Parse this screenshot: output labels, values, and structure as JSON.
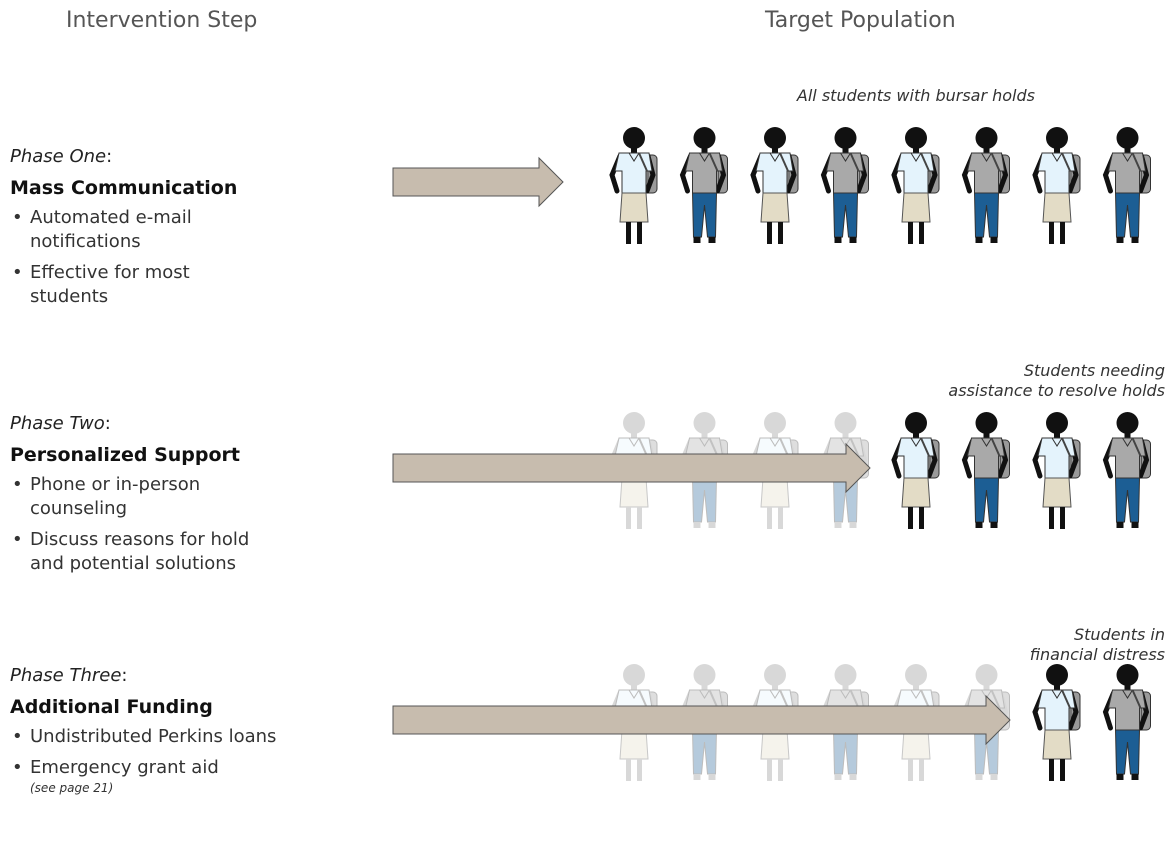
{
  "headers": {
    "intervention": "Intervention Step",
    "population": "Target Population"
  },
  "phases": [
    {
      "name": "Phase One",
      "title": "Mass Communication",
      "bullets": [
        "Automated e-mail notifications",
        "Effective for most students"
      ],
      "population_label": "All students with bursar holds",
      "faded_count": 0,
      "active_count": 8
    },
    {
      "name": "Phase Two",
      "title": "Personalized Support",
      "bullets": [
        "Phone or in-person counseling",
        "Discuss reasons for hold and potential solutions"
      ],
      "population_label_line1": "Students needing",
      "population_label_line2": "assistance to resolve holds",
      "faded_count": 4,
      "active_count": 4
    },
    {
      "name": "Phase Three",
      "title": "Additional Funding",
      "bullets": [
        "Undistributed Perkins loans",
        "Emergency grant aid"
      ],
      "bullet_note": "(see page 21)",
      "population_label_line1": "Students in",
      "population_label_line2": "financial distress",
      "faded_count": 6,
      "active_count": 2
    }
  ],
  "colors": {
    "arrow_fill": "#c7bcae",
    "arrow_stroke": "#555555",
    "skin": "#111111",
    "shirt_light": "#e4f3fc",
    "shirt_gray": "#a9a9a9",
    "skirt": "#e3dcc6",
    "pants": "#1c5e94",
    "backpack": "#9a9a9a"
  }
}
